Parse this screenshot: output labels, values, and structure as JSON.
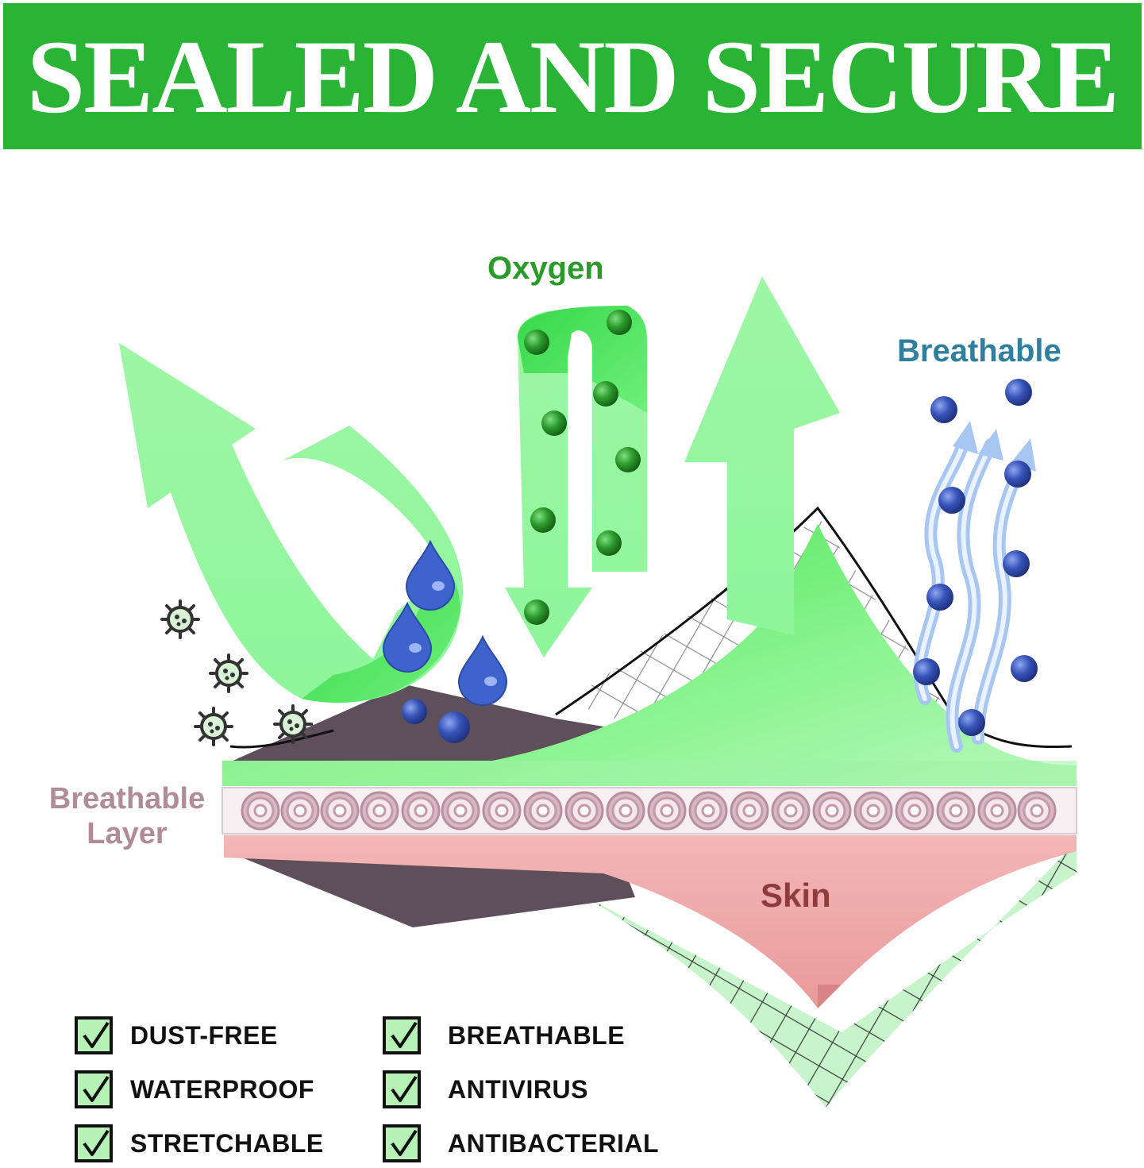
{
  "banner": {
    "title": "SEALED AND SECURE",
    "background": "#2ab435"
  },
  "labels": {
    "oxygen": "Oxygen",
    "breathable": "Breathable",
    "breathable_layer_line1": "Breathable",
    "breathable_layer_line2": "Layer",
    "skin": "Skin"
  },
  "features": [
    {
      "label": "DUST-FREE",
      "icon": "checkbox-checked-icon"
    },
    {
      "label": "WATERPROOF",
      "icon": "checkbox-checked-icon"
    },
    {
      "label": "STRETCHABLE",
      "icon": "checkbox-checked-icon"
    },
    {
      "label": "BREATHABLE",
      "icon": "checkbox-checked-icon"
    },
    {
      "label": "ANTIVIRUS",
      "icon": "checkbox-checked-icon"
    },
    {
      "label": "ANTIBACTERIAL",
      "icon": "checkbox-checked-icon"
    }
  ],
  "colors": {
    "green_arrow": "#8ff59a",
    "bright_green": "#3cdc4a",
    "blue_drop": "#3a5fc8",
    "pink_skin": "#efa7a7",
    "dark_layer": "#5f4f5a",
    "breath_arrow": "#a8c6f2"
  }
}
